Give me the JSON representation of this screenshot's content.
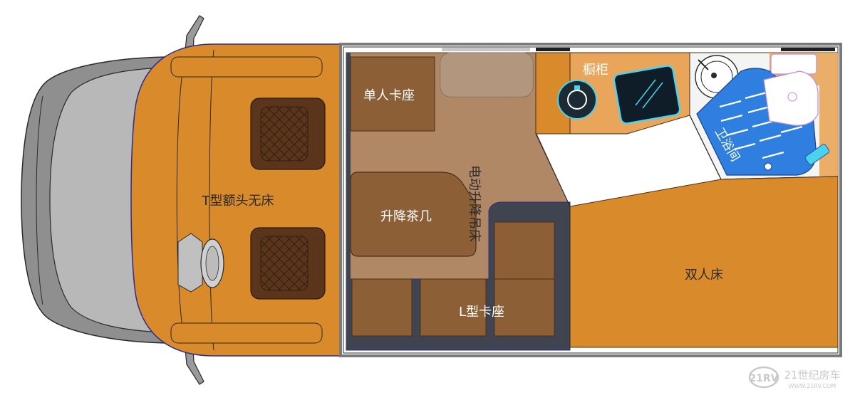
{
  "labels": {
    "cab_bed": "T型额头无床",
    "single_seat": "单人卡座",
    "electric_bed": "电动升降吊床",
    "lift_table": "升降茶几",
    "l_seat": "L型卡座",
    "cabinet": "橱柜",
    "bathroom": "卫浴间",
    "double_bed": "双人床"
  },
  "watermark": {
    "logo_text": "21RV",
    "site_text": "21世纪房车",
    "url": "WWW.21RV.COM"
  },
  "colors": {
    "orange": "#d98a2b",
    "orange_dark": "#b86e1e",
    "interior_tan": "#b08866",
    "seat_brown": "#8c5f36",
    "body_gray": "#8a8a8a",
    "bath_blue": "#2f7fe0",
    "counter_orange": "#e9a65a",
    "outline_blue": "#2b2d8c"
  }
}
